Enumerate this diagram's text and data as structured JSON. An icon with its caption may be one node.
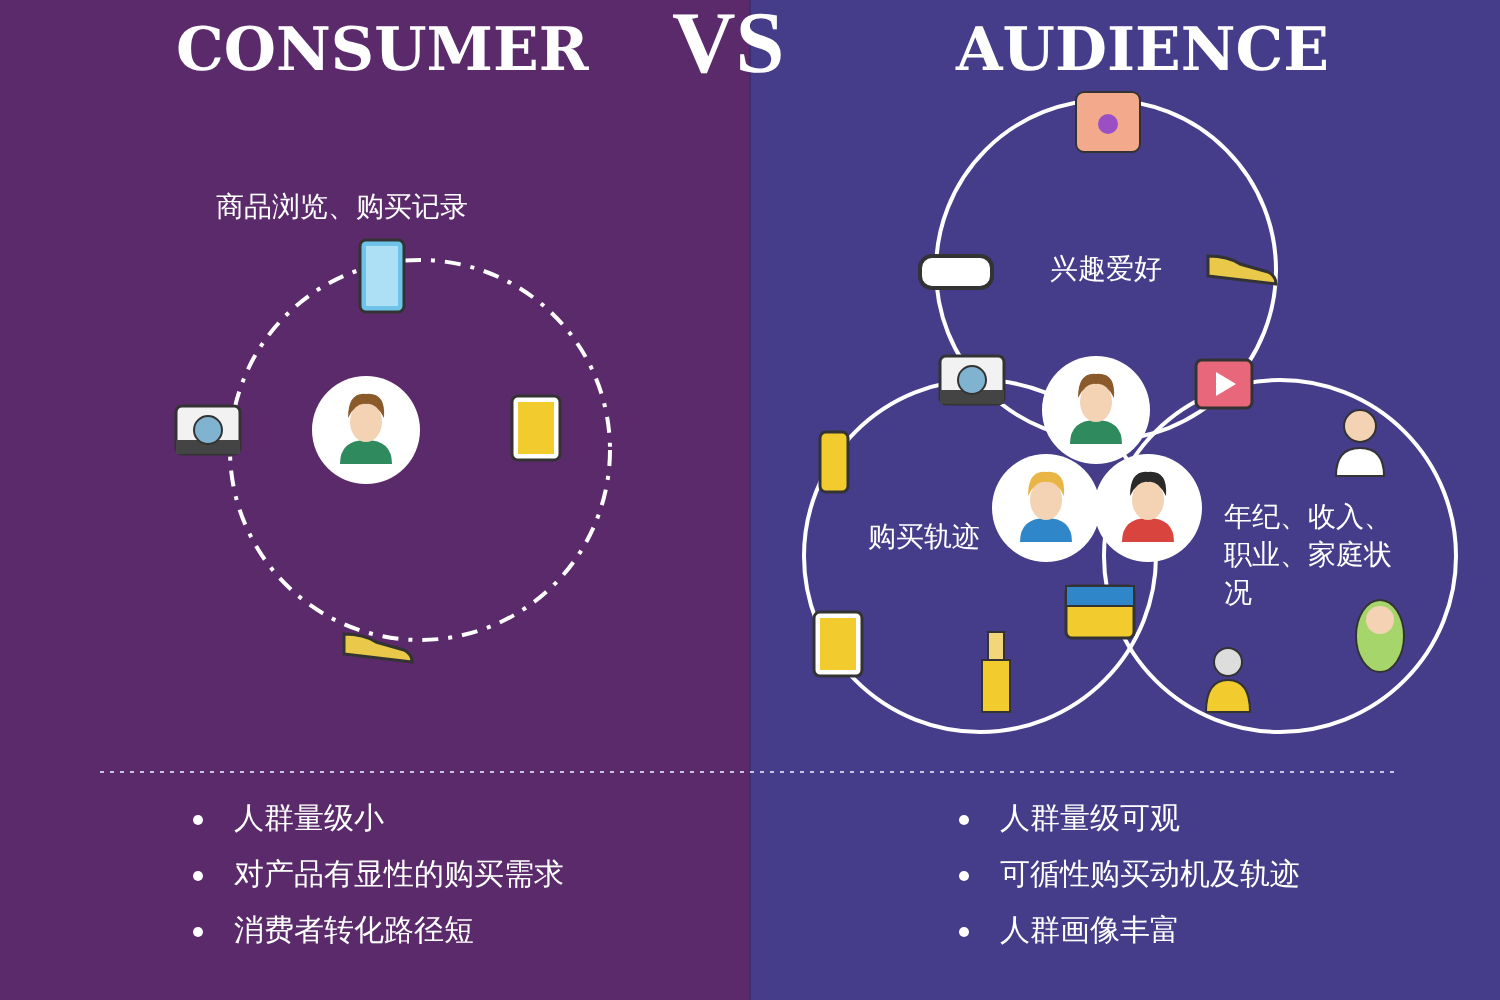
{
  "diagram": {
    "labels": [
      "CONSUMER",
      "VS",
      "AUDIENCE",
      "商品浏览、购买记录",
      "兴趣爱好",
      "购买轨迹",
      "年纪、收入、职业、家庭状况",
      "人群量级小",
      "对产品有显性的购买需求",
      "消费者转化路径短",
      "人群量级可观",
      "可循性购买动机及轨迹",
      "人群画像丰富"
    ]
  }
}
